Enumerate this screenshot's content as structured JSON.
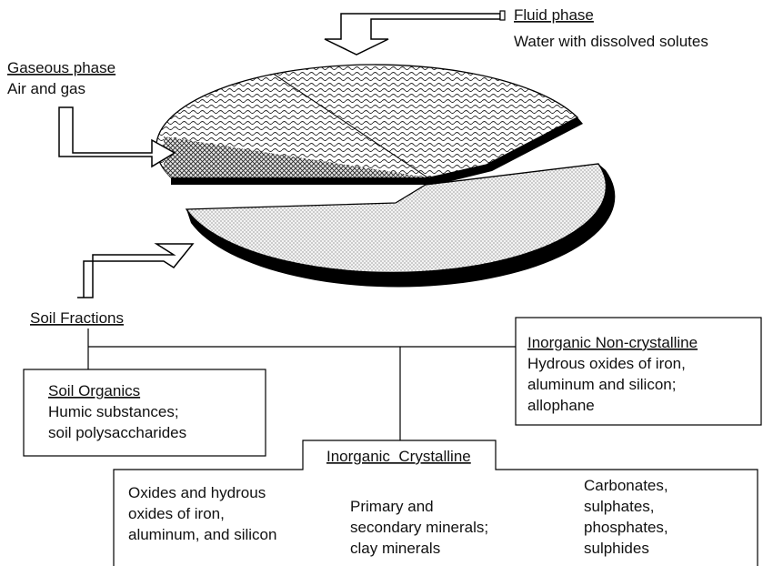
{
  "fluid_phase": {
    "title": "Fluid phase",
    "desc": "Water with dissolved solutes"
  },
  "gaseous_phase": {
    "title": "Gaseous phase",
    "desc": "Air and gas"
  },
  "soil_fractions": {
    "title": "Soil Fractions"
  },
  "soil_organics": {
    "title": "Soil Organics",
    "lines": [
      "Humic substances;",
      "soil polysaccharides"
    ]
  },
  "inorganic_noncrystalline": {
    "title": "Inorganic Non-crystalline",
    "lines": [
      "Hydrous oxides of iron,",
      "aluminum and silicon;",
      "allophane"
    ]
  },
  "inorganic_crystalline": {
    "title": "Inorganic  Crystalline",
    "col1": [
      "Oxides and hydrous",
      "oxides of iron,",
      "aluminum, and silicon"
    ],
    "col2": [
      "Primary and",
      "secondary minerals;",
      "clay minerals"
    ],
    "col3": [
      "Carbonates,",
      "sulphates,",
      "phosphates,",
      "sulphides"
    ]
  }
}
